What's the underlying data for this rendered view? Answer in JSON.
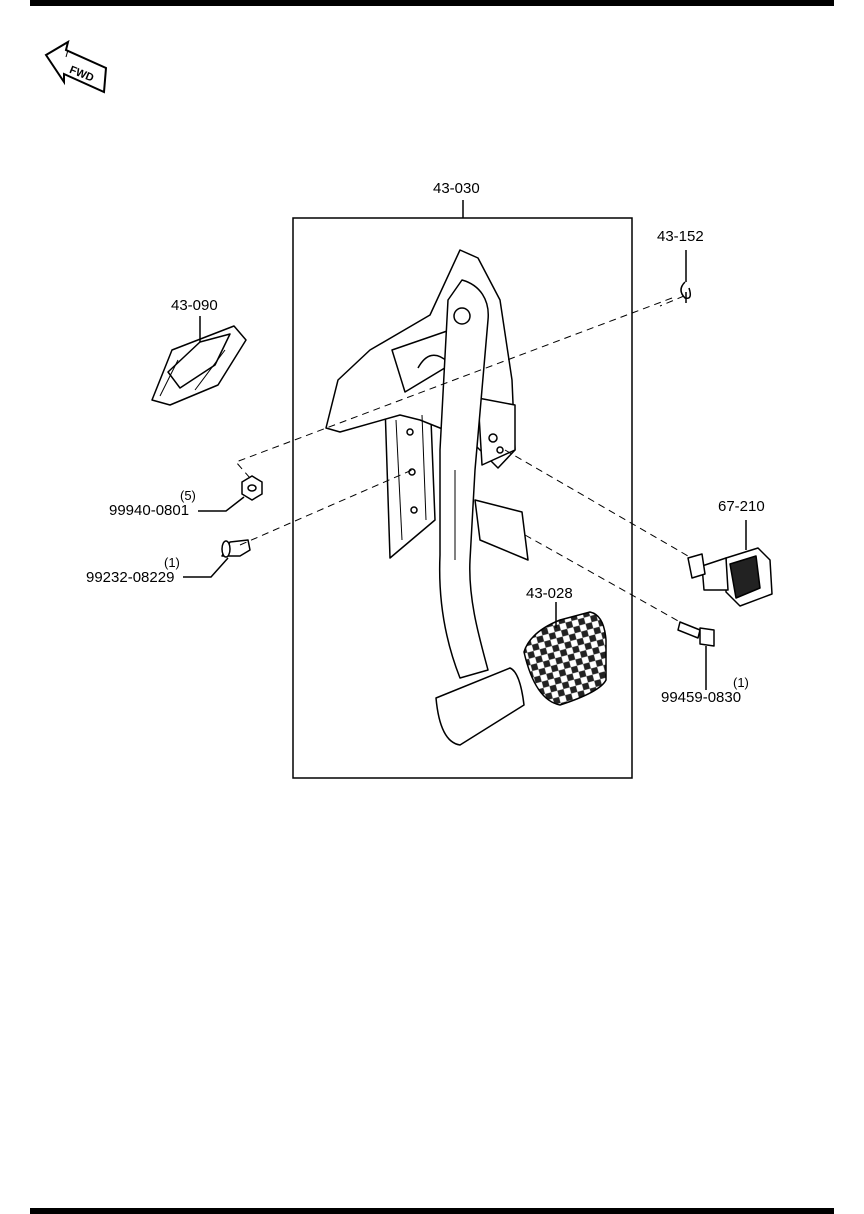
{
  "fwd_label": "FWD",
  "parts": {
    "assembly": "43-030",
    "bracket": "43-090",
    "clip": "43-152",
    "switch": "67-210",
    "pad": "43-028",
    "nut": {
      "number": "99940-0801",
      "qty": "(5)"
    },
    "bolt_left": {
      "number": "99232-08229",
      "qty": "(1)"
    },
    "bolt_right": {
      "number": "99459-0830",
      "qty": "(1)"
    }
  }
}
